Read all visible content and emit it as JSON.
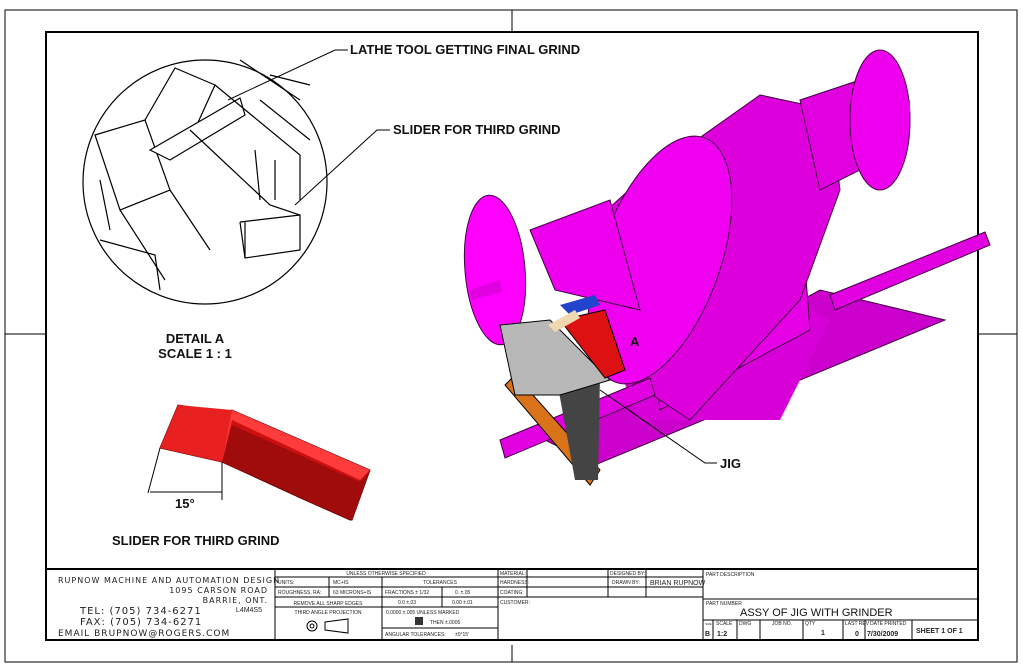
{
  "drawing": {
    "callouts": {
      "lathe_tool": "LATHE TOOL GETTING FINAL GRIND",
      "slider_third_grind": "SLIDER FOR THIRD GRIND",
      "jig": "JIG",
      "detail_title": "DETAIL A",
      "detail_scale": "SCALE 1 : 1",
      "detail_letter": "A",
      "slider_caption": "SLIDER FOR THIRD GRIND",
      "angle_dimension": "15°"
    },
    "colors": {
      "grinder": "#e600e6",
      "slider": "#dd1111",
      "jig_plate": "#b8b8b8",
      "jig_post": "#444444",
      "base_block": "#d9731a",
      "tool": "#2244cc"
    }
  },
  "title_block": {
    "company": {
      "name": "RUPNOW MACHINE AND AUTOMATION DESIGN",
      "street": "1095 CARSON ROAD",
      "city": "BARRIE, ONT.",
      "postal": "L4M4S5",
      "tel": "TEL: (705) 734-6271",
      "fax": "FAX: (705) 734-6271",
      "email": "EMAIL BRUPNOW@ROGERS.COM"
    },
    "spec": {
      "header": "UNLESS OTHERWISE SPECIFIED",
      "units_label": "UNITS:",
      "units_value": "MC+IS",
      "roughness_label": "ROUGHNESS, RA:",
      "roughness_value": "63 MICRONS+IS",
      "sharp_edges": "REMOVE ALL SHARP EDGES",
      "projection": "THIRD ANGLE PROJECTION",
      "tolerances": "TOLERANCES",
      "fractions": "FRACTIONS ± 1/32",
      "tol_0": "0.  ±.05",
      "tol_00_a": "0.0  ±.03",
      "tol_00_b": "0.00  ±.01",
      "tol_0000": "0.0000   ±.005 UNLESS MARKED",
      "then": "THEN  ±.0005",
      "angular": "ANGULAR TOLERANCES:",
      "angular_value": "±0°15'"
    },
    "material": {
      "material_label": "MATERIAL:",
      "hardness_label": "HARDNESS:",
      "coating_label": "COATING:",
      "customer_label": "CUSTOMER:",
      "designed_by_label": "DESIGNED BY:",
      "drawn_by_label": "DRAWN BY:",
      "drawn_by": "BRIAN RUPNOW"
    },
    "part": {
      "description_label": "PART DESCRIPTION",
      "number_label": "PART NUMBER",
      "number": "ASSY OF JIG WITH GRINDER",
      "size_label": "SIZE",
      "size": "B",
      "scale_label": "SCALE",
      "scale": "1:2",
      "dwg_label": "DWG",
      "job_label": "JOB NO.",
      "qty_label": "QTY",
      "qty": "1",
      "rev_label": "LAST REV",
      "rev": "0",
      "date_label": "DATE PRINTED",
      "date": "7/30/2009",
      "sheet": "SHEET 1 OF 1"
    }
  }
}
